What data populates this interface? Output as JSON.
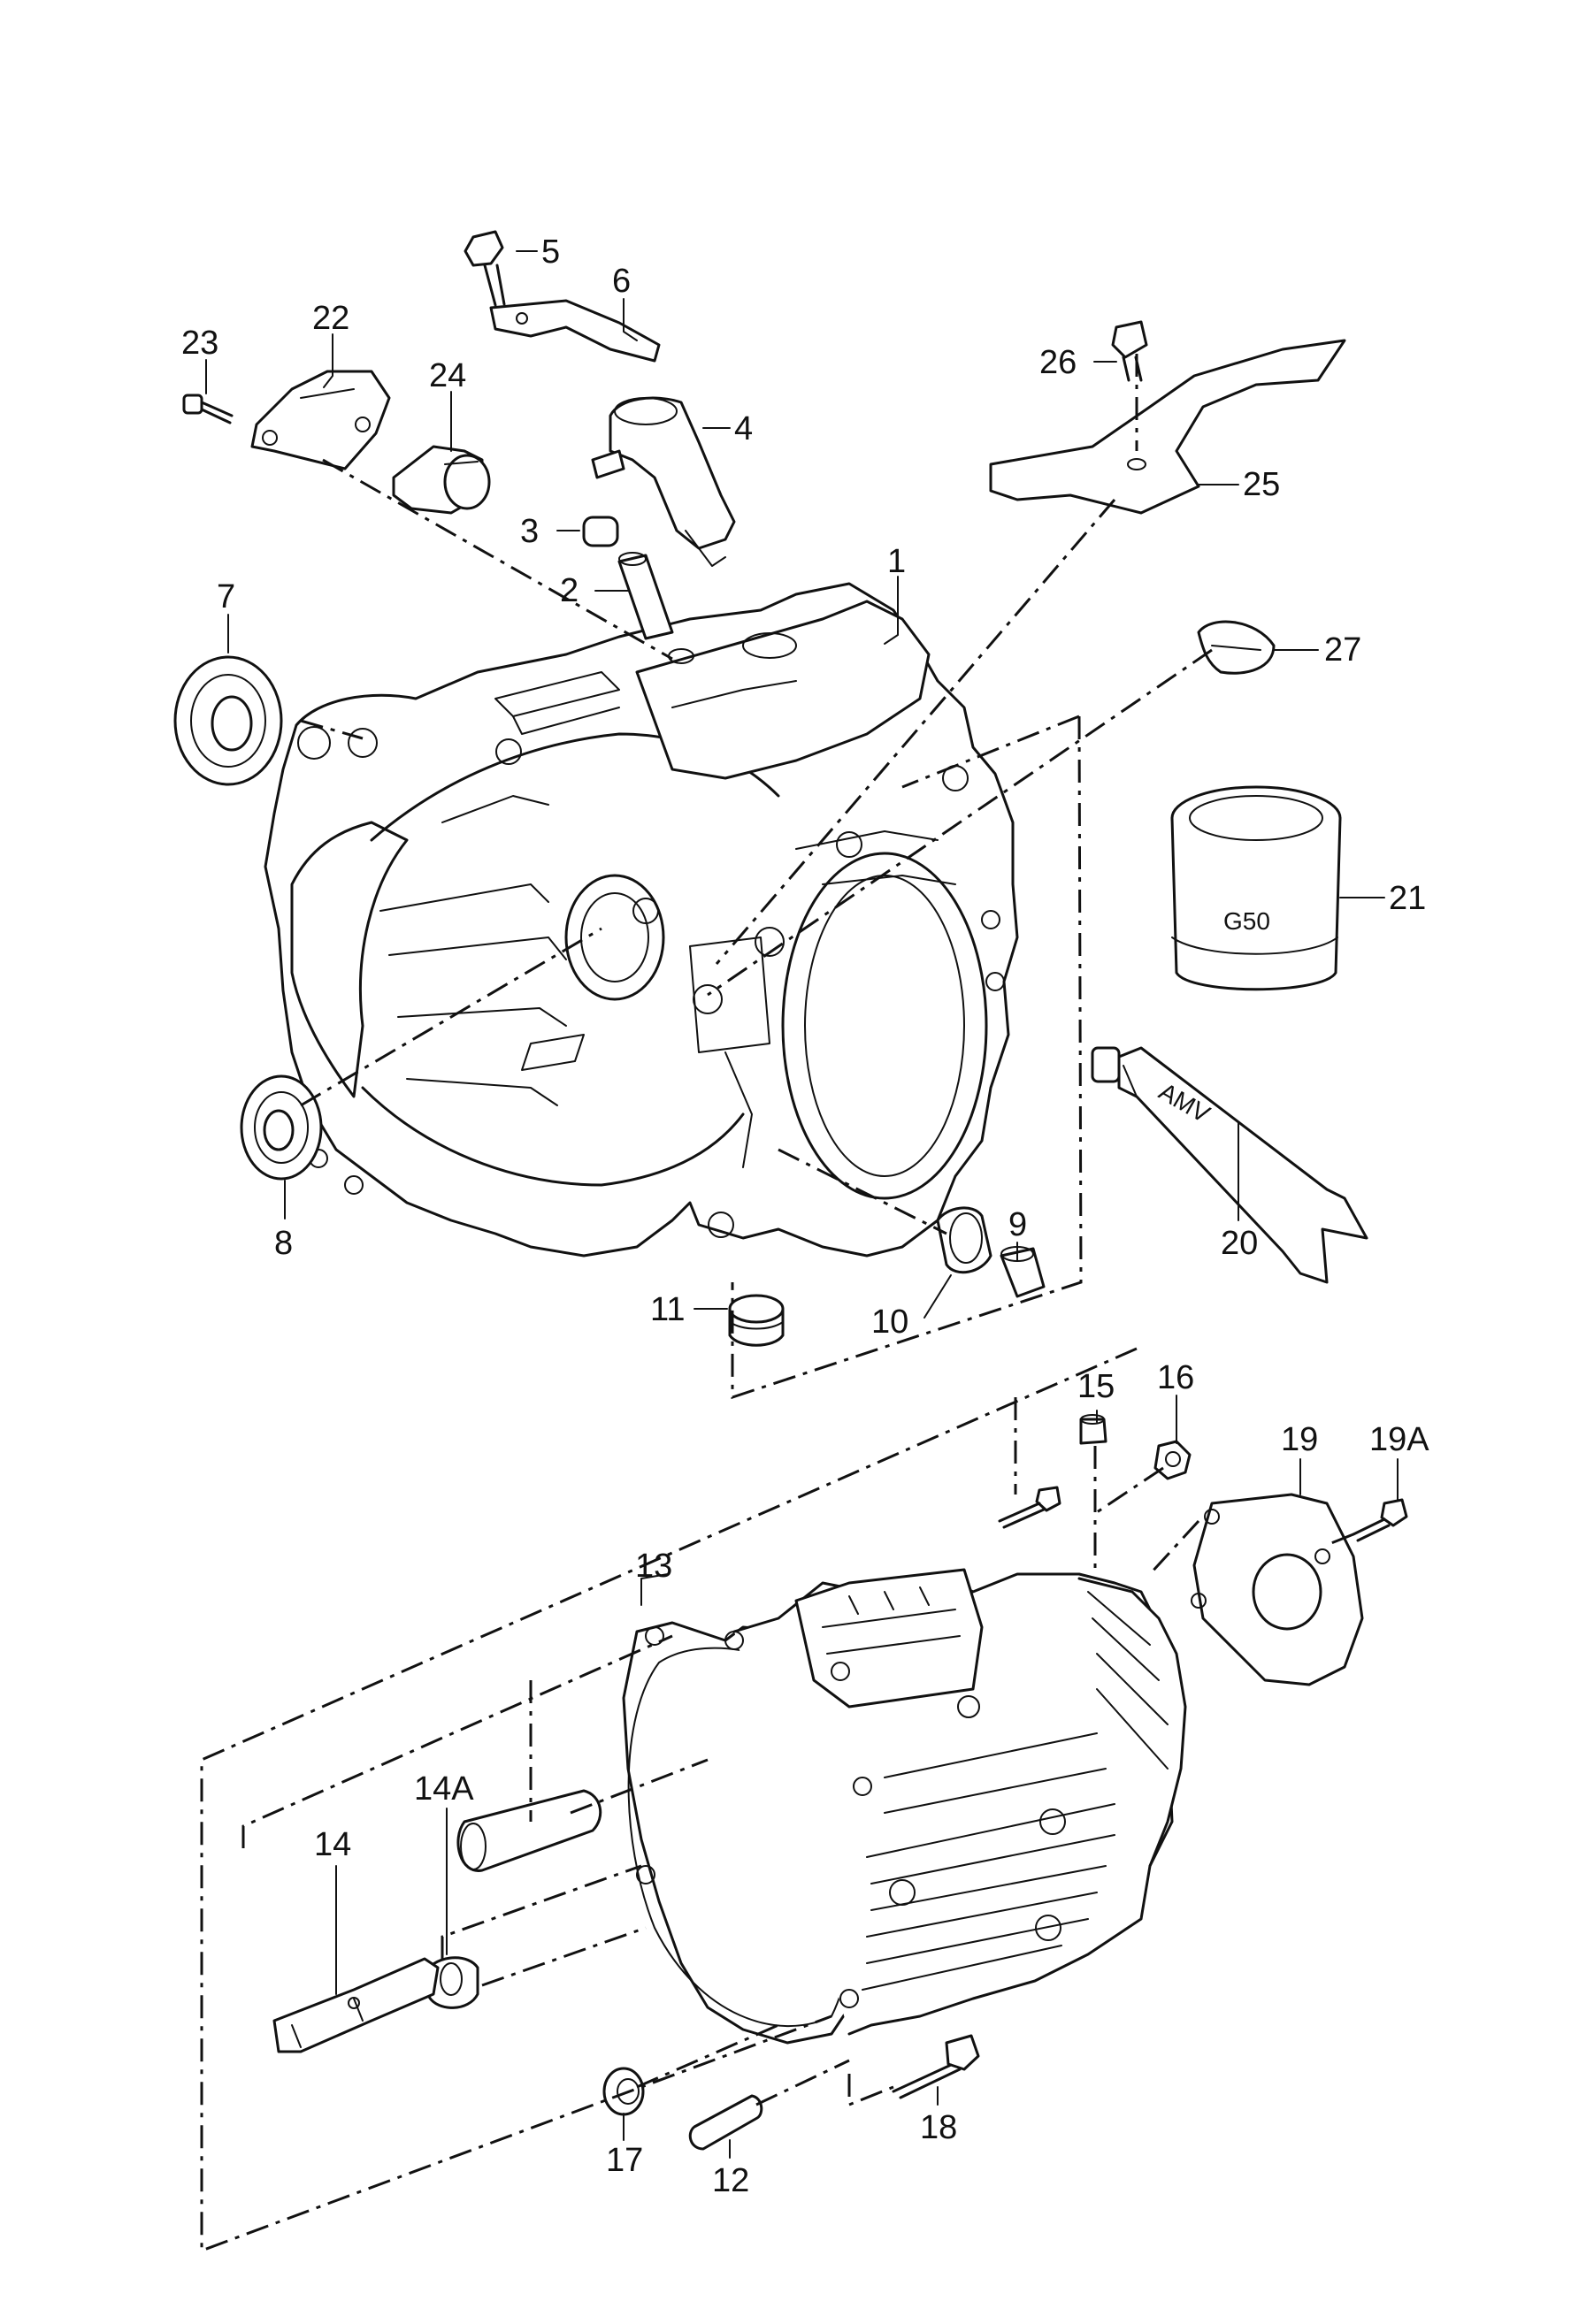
{
  "diagram": {
    "callouts": {
      "c1": "1",
      "c2": "2",
      "c3": "3",
      "c4": "4",
      "c5": "5",
      "c6": "6",
      "c7": "7",
      "c8": "8",
      "c9": "9",
      "c10": "10",
      "c11": "11",
      "c12": "12",
      "c13": "13",
      "c14": "14",
      "c14a": "14A",
      "c15": "15",
      "c16": "16",
      "c17": "17",
      "c18": "18",
      "c19": "19",
      "c19a": "19A",
      "c20": "20",
      "c21": "21",
      "c22": "22",
      "c23": "23",
      "c24": "24",
      "c25": "25",
      "c26": "26",
      "c27": "27"
    },
    "part_markings": {
      "oil_can": "G50",
      "sealant_tube": "AMV"
    }
  }
}
